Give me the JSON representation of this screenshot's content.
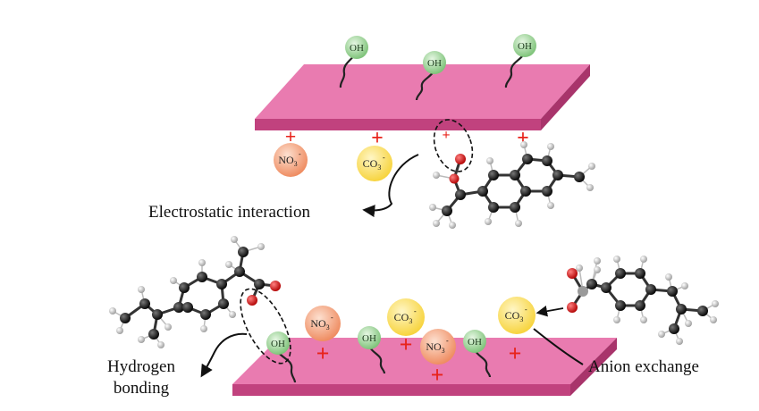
{
  "labels": {
    "electrostatic": "Electrostatic interaction",
    "hydrogen_line1": "Hydrogen",
    "hydrogen_line2": "bonding",
    "anion": "Anion exchange"
  },
  "groups": {
    "oh": "OH",
    "no3_main": "NO",
    "no3_sub": "3",
    "co3_main": "CO",
    "co3_sub": "3",
    "minus": "-",
    "plus": "+"
  },
  "colors": {
    "sheet_top": "#e97bb0",
    "sheet_front": "#c1427e",
    "sheet_side": "#a8346b",
    "oh_ball": "#9ed69a",
    "no3_ball": "#f4a37e",
    "co3_ball": "#fbe170",
    "plus": "#e8231b",
    "carbon": "#111111",
    "hydrogen": "#d4d4d4",
    "oxygen": "#d9141a"
  },
  "icons": [
    "oh-group-icon",
    "nitrate-ion-icon",
    "carbonate-ion-icon",
    "positive-charge-icon",
    "ibuprofen-molecule-icon",
    "curved-arrow-icon"
  ]
}
